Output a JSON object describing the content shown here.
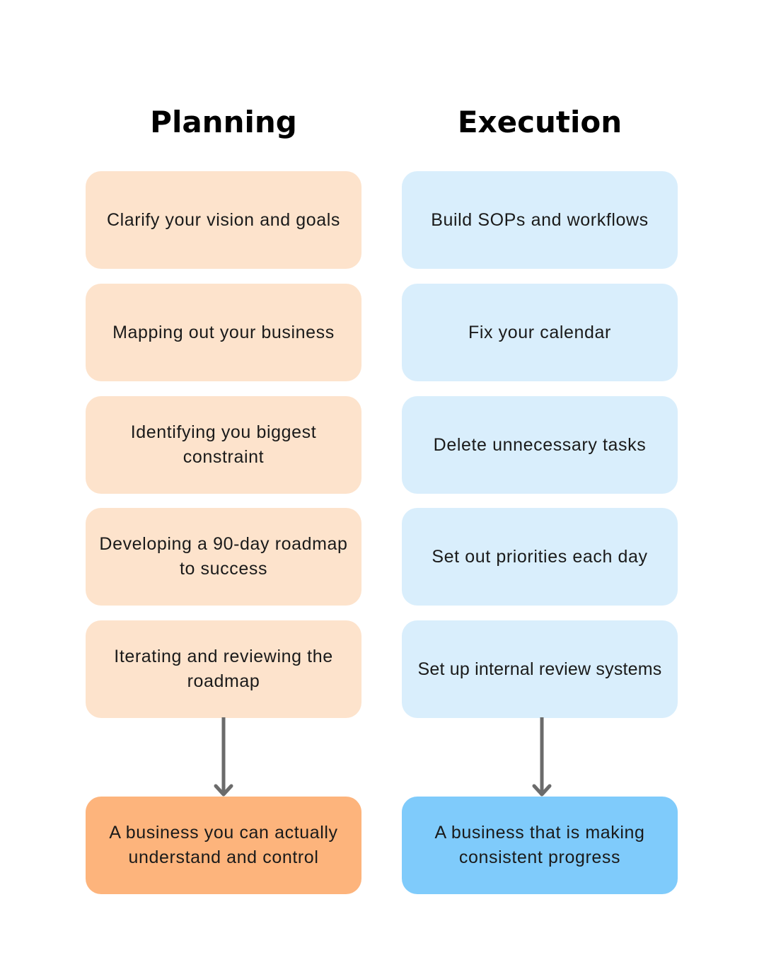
{
  "planning": {
    "title": "Planning",
    "steps": [
      "Clarify your vision and goals",
      "Mapping out your business",
      "Identifying you biggest constraint",
      "Developing a 90-day roadmap to success",
      "Iterating and reviewing the roadmap"
    ],
    "outcome": "A business you can actually understand and control"
  },
  "execution": {
    "title": "Execution",
    "steps": [
      "Build SOPs and workflows",
      "Fix your calendar",
      "Delete unnecessary tasks",
      "Set out priorities each day",
      "Set up internal review systems"
    ],
    "outcome": "A business that is making consistent progress"
  },
  "colors": {
    "planning_step": "#fde3cc",
    "planning_outcome": "#fdb47c",
    "execution_step": "#d9eefc",
    "execution_outcome": "#7fcbfb",
    "arrow": "#6b6b6b"
  }
}
